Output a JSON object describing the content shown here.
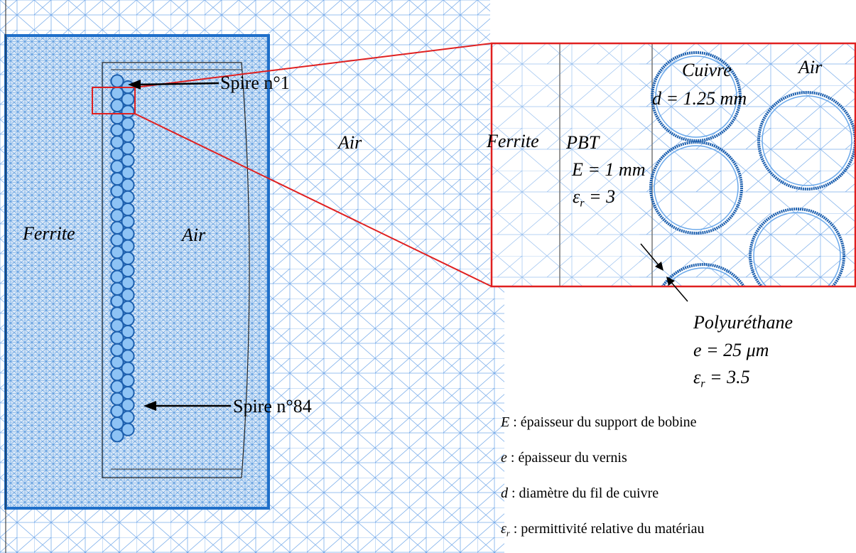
{
  "main_view": {
    "label_ferrite": "Ferrite",
    "label_air_inner": "Air",
    "label_air_outer": "Air",
    "label_turn_first": "Spire n°1",
    "label_turn_last": "Spire n°84"
  },
  "zoom_view": {
    "label_ferrite": "Ferrite",
    "label_pbt": "PBT",
    "label_pbt_thickness": "E = 1 mm",
    "label_pbt_eps_symbol": "ε",
    "label_pbt_eps_sub": "r",
    "label_pbt_eps_value": " = 3",
    "label_copper": "Cuivre",
    "label_copper_diameter": "d = 1.25 mm",
    "label_air": "Air"
  },
  "varnish_note": {
    "label_material": "Polyuréthane",
    "label_thickness": "e = 25 μm",
    "label_eps_symbol": "ε",
    "label_eps_sub": "r",
    "label_eps_value": " = 3.5"
  },
  "legend": {
    "items": [
      {
        "symbol": "E",
        "sub": "",
        "text": " : épaisseur du support de bobine"
      },
      {
        "symbol": "e",
        "sub": "",
        "text": " : épaisseur du vernis"
      },
      {
        "symbol": "d",
        "sub": "",
        "text": " : diamètre du fil de cuivre"
      },
      {
        "symbol": "ε",
        "sub": "r",
        "text": " : permittivité relative du matériau"
      }
    ]
  },
  "colors": {
    "mesh_line": "#4a90e2",
    "mesh_dense": "#2f7fd6",
    "conductor": "#1c5fae",
    "highlight_frame": "#e02020",
    "outline": "#222222"
  }
}
